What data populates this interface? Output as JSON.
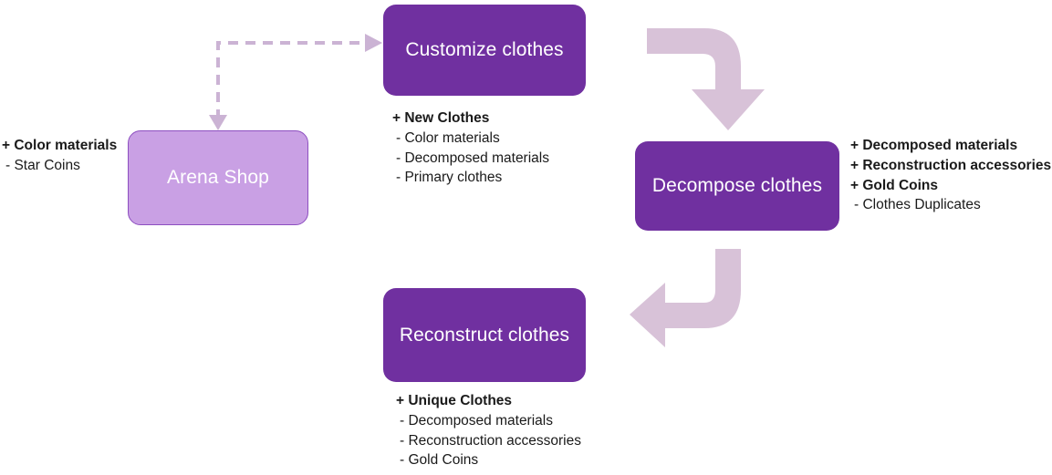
{
  "diagram": {
    "title": "Clothes customization, decomposition and reconstruction loop",
    "colors": {
      "node_dark": "#7030A0",
      "node_light": "#C9A0E4",
      "node_light_border": "#8D4FC0",
      "block_arrow": "#D8C2D8",
      "dashed_arrow": "#CBB3D4",
      "text": "#1A1A1A",
      "node_text": "#FFFFFF",
      "background": "#FFFFFF"
    },
    "nodes": [
      {
        "id": "customize",
        "label": "Customize clothes",
        "style": "dark"
      },
      {
        "id": "arena",
        "label": "Arena Shop",
        "style": "light"
      },
      {
        "id": "decompose",
        "label": "Decompose clothes",
        "style": "dark"
      },
      {
        "id": "reconstruct",
        "label": "Reconstruct clothes",
        "style": "dark"
      }
    ],
    "io_blocks": {
      "arena_shop": {
        "for_node": "arena",
        "lines": [
          {
            "sign": "+",
            "text": "+ Color materials",
            "type": "gain"
          },
          {
            "sign": "-",
            "text": "- Star Coins",
            "type": "cost"
          }
        ]
      },
      "customize": {
        "for_node": "customize",
        "lines": [
          {
            "sign": "+",
            "text": "+ New Clothes",
            "type": "gain"
          },
          {
            "sign": "-",
            "text": "- Color materials",
            "type": "cost"
          },
          {
            "sign": "-",
            "text": "- Decomposed materials",
            "type": "cost"
          },
          {
            "sign": "-",
            "text": "- Primary clothes",
            "type": "cost"
          }
        ]
      },
      "decompose": {
        "for_node": "decompose",
        "lines": [
          {
            "sign": "+",
            "text": "+ Decomposed materials",
            "type": "gain"
          },
          {
            "sign": "+",
            "text": "+ Reconstruction accessories",
            "type": "gain"
          },
          {
            "sign": "+",
            "text": "+ Gold Coins",
            "type": "gain"
          },
          {
            "sign": "-",
            "text": "- Clothes Duplicates",
            "type": "cost"
          }
        ]
      },
      "reconstruct": {
        "for_node": "reconstruct",
        "lines": [
          {
            "sign": "+",
            "text": "+ Unique Clothes",
            "type": "gain"
          },
          {
            "sign": "-",
            "text": "- Decomposed materials",
            "type": "cost"
          },
          {
            "sign": "-",
            "text": "- Reconstruction accessories",
            "type": "cost"
          },
          {
            "sign": "-",
            "text": "- Gold Coins",
            "type": "cost"
          }
        ]
      }
    },
    "connectors": [
      {
        "id": "customize-to-decompose",
        "style": "block-arrow",
        "shape": "right-then-down",
        "from": "customize",
        "to": "decompose"
      },
      {
        "id": "decompose-to-reconstruct",
        "style": "block-arrow",
        "shape": "down-then-left",
        "from": "decompose",
        "to": "reconstruct"
      },
      {
        "id": "arena-shop-elbow",
        "style": "dashed-double-arrow",
        "shape": "elbow-down-and-right",
        "from": "arena",
        "to": "customize"
      }
    ]
  }
}
